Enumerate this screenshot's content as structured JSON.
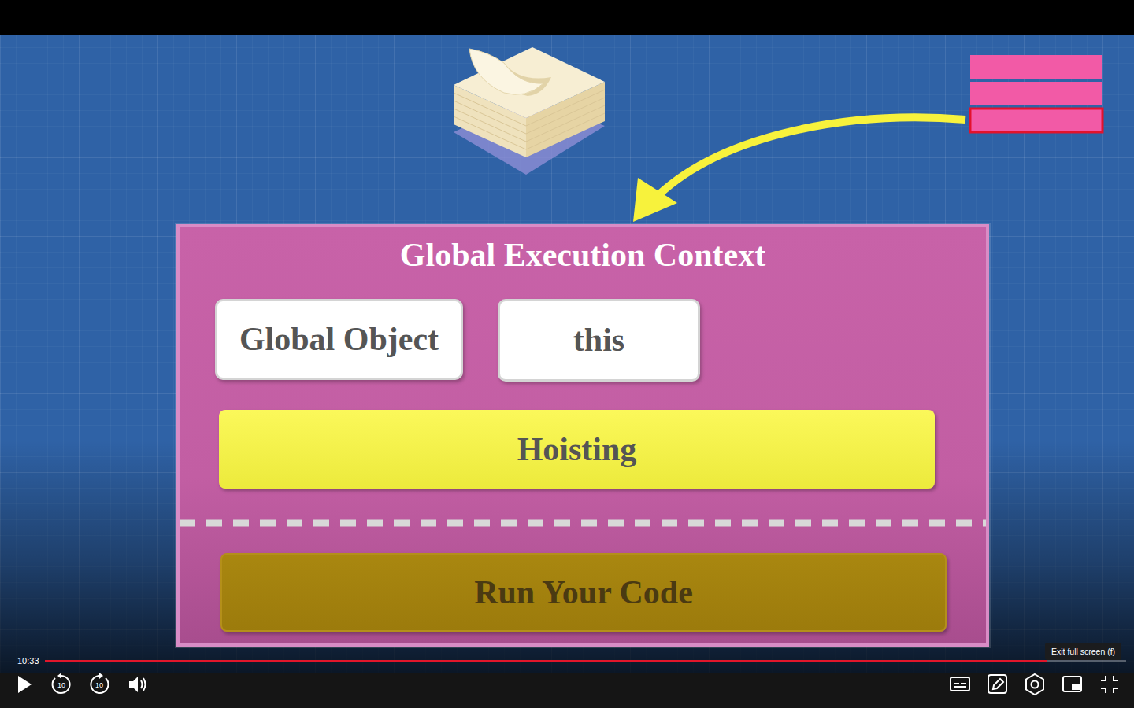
{
  "diagram": {
    "nodes": [
      {
        "text": [
          "Global Execution Context"
        ]
      },
      {
        "text": [
          "Global Object"
        ],
        "in": 0
      },
      {
        "text": [
          "this"
        ],
        "in": 0
      },
      {
        "text": [
          "Hoisting"
        ],
        "in": 0
      },
      {
        "text": [
          "Run Your Code"
        ],
        "in": 0
      }
    ],
    "labels": [
      "10:33",
      "10",
      "10",
      "Exit full screen (f)"
    ]
  }
}
